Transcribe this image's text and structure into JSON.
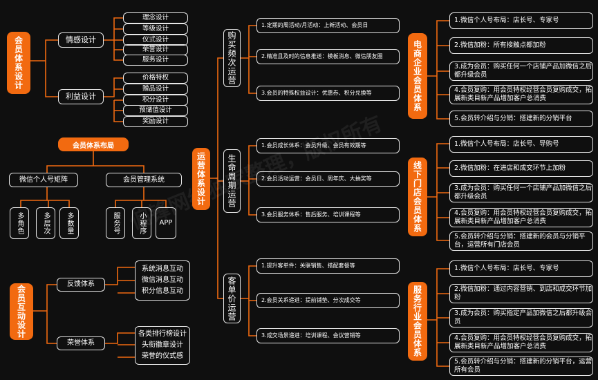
{
  "watermark": "偏锋网络独家整理，版权所有",
  "membership_system": {
    "root": "会员体系设计",
    "emotion": {
      "label": "情感设计",
      "items": [
        "理念设计",
        "等级设计",
        "仪式设计",
        "荣誉设计",
        "服务设计"
      ]
    },
    "benefit": {
      "label": "利益设计",
      "items": [
        "价格特权",
        "赠品设计",
        "积分设计",
        "预储值设计",
        "奖励设计"
      ]
    }
  },
  "layout_tree": {
    "root": "会员体系布局",
    "wechat": {
      "label": "微信个人号矩阵",
      "items": [
        "多角色",
        "多层次",
        "多数量"
      ]
    },
    "system": {
      "label": "会员管理系统",
      "items": [
        "服务号",
        "小程序",
        "APP"
      ]
    }
  },
  "interaction": {
    "root": "会员互动设计",
    "feedback": {
      "label": "反馈体系",
      "items": [
        "系统消息互动",
        "微信消息互动",
        "积分信息互动"
      ]
    },
    "honor": {
      "label": "荣誉体系",
      "items": [
        "各类排行榜设计",
        "头衔徽章设计",
        "荣誉的仪式感"
      ]
    }
  },
  "operation": {
    "root": "运营体系设计",
    "purchase": {
      "label": "购买频次运营",
      "items": [
        "1.定期的周活动/月活动：上新活动、会员日",
        "2.精准且及时的信息推送：模板消息、微信朋友圈",
        "3.会员的特殊权益设计：优惠券、积分兑换等"
      ]
    },
    "lifecycle": {
      "label": "生命周期运营",
      "items": [
        "1.会员成长体系：会员升级、会员有效期等",
        "2.会员活动运营：会员日、周年庆、大抽奖等",
        "3.会员服务体系：售后服务、培训课程等"
      ]
    },
    "order": {
      "label": "客单价运营",
      "items": [
        "1.提升客单件：关联销售、搭配套餐等",
        "2.会员关系递进：提前铺垫、分次成交等",
        "3.成交场景递进：培训课程、会议营销等"
      ]
    }
  },
  "ecommerce": {
    "label": "电商企业会员体系",
    "items": [
      "1.微信个人号布局：店长号、专家号",
      "2.微信加粉：所有接触点都加粉",
      "3.成为会员：购买任何一个店铺产品加微信之后都升级会员",
      "4.会员复购：用会员特权经营会员复购成交，拓展新类目新产品增加客户总消费",
      "5.会员转介绍与分销：搭建新的分销平台"
    ]
  },
  "offline": {
    "label": "线下门店会员体系",
    "items": [
      "1.微信个人号布局：店长号、导购号",
      "2.微信加粉：在进店和成交环节上加粉",
      "3.成为会员：购买任何一个店铺产品加微信之后都升级会员",
      "4.会员复购：用会员特权经营会员复购成交，拓展新类目新产品增加客户总消费",
      "5.会员转介绍与分销：搭建新的会员与分销平台，运营所有门店会员"
    ]
  },
  "service": {
    "label": "服务行业会员体系",
    "items": [
      "1.微信个人号布局：店长号、专家号",
      "2.微信加粉：通过内容营销、到店和成交环节加粉",
      "3.成为会员：购买指定产品加微信之后都升级会员",
      "4.会员复购：用会员特权经营会员复购成交，拓展新类目新产品增加客户总消费",
      "5.会员转介绍与分销：搭建新的分销平台，运营所有会员"
    ]
  }
}
